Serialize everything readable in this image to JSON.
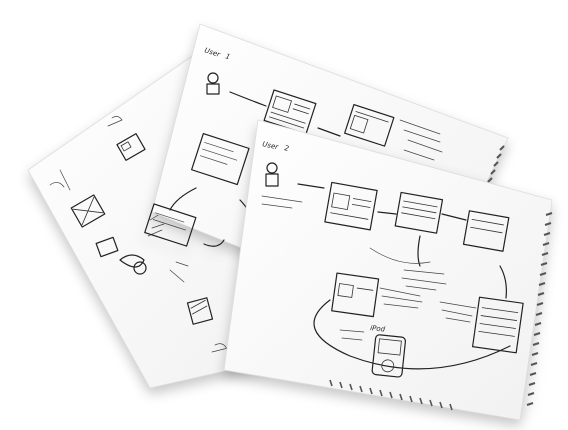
{
  "scene": {
    "description_kind": "photo",
    "sheets": [
      {
        "id": "back-sheet",
        "label": ""
      },
      {
        "id": "middle-sheet",
        "user_label": "User",
        "user_number": "1"
      },
      {
        "id": "front-sheet",
        "user_label": "User",
        "user_number": "2",
        "device_label": "iPod"
      }
    ],
    "colors": {
      "paper": "#fbfbfb",
      "ink": "#222222",
      "shadow": "#bdbdbd",
      "binding": "#555555"
    }
  }
}
